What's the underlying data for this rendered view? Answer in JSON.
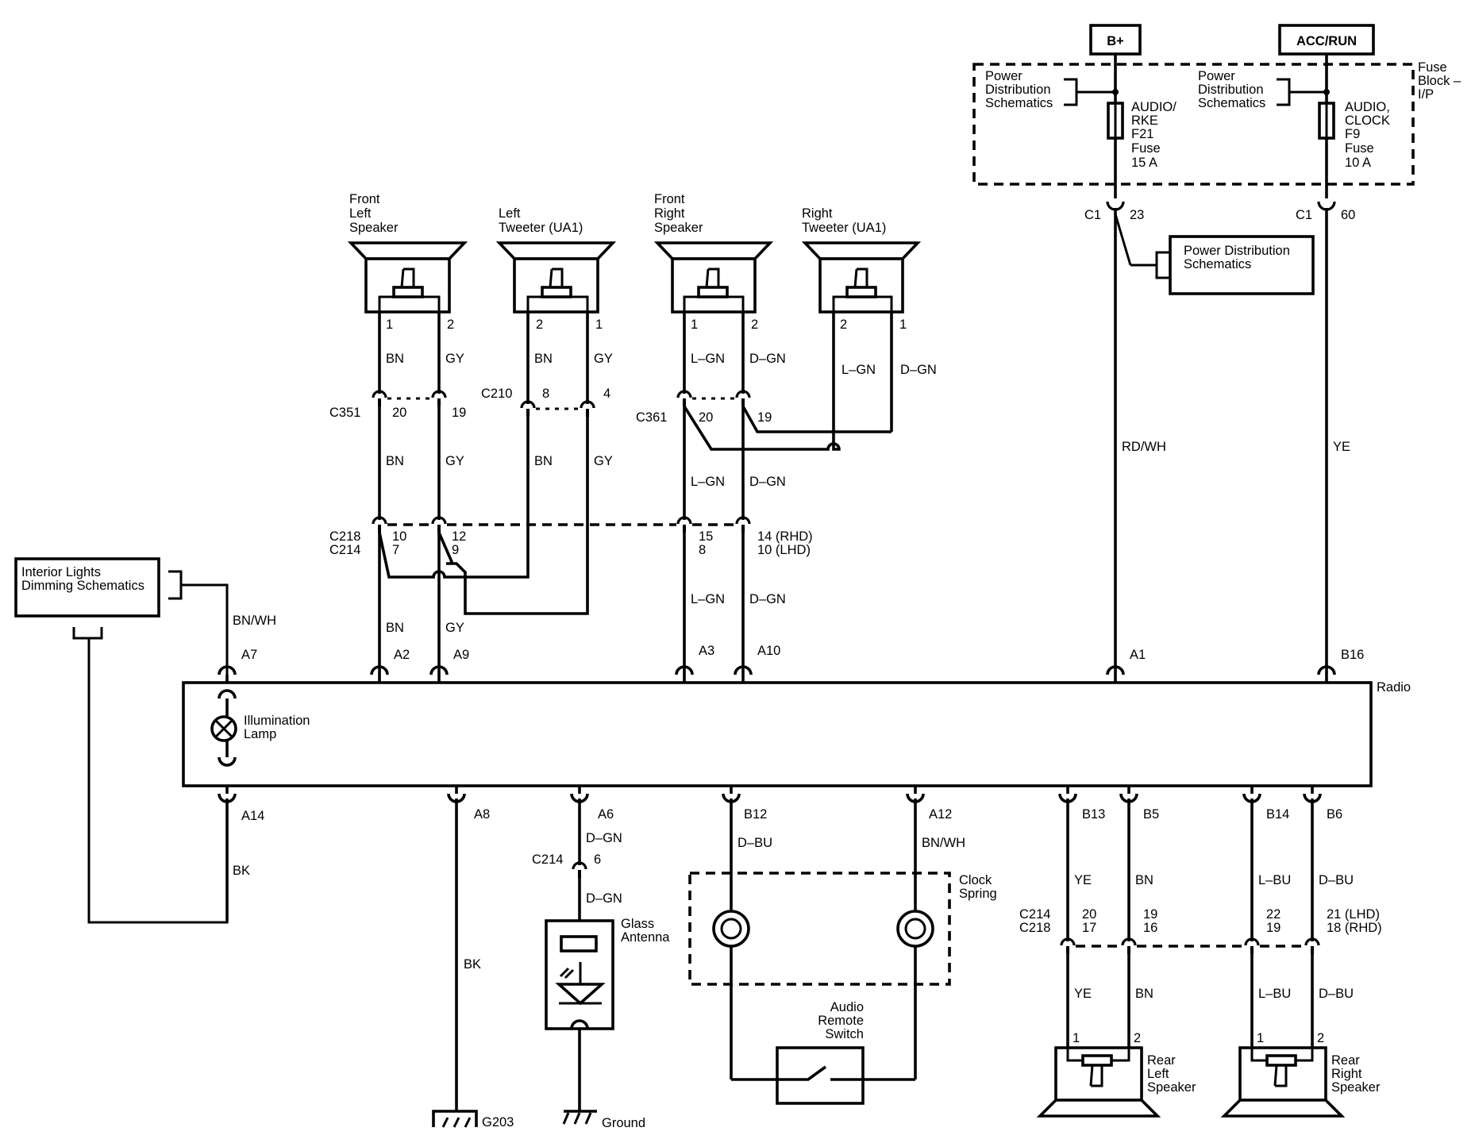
{
  "power": {
    "bplus": "B+",
    "accrun": "ACC/RUN"
  },
  "fuse_block": {
    "name": [
      "Fuse",
      "Block –",
      "I/P"
    ],
    "pds_left": [
      "Power",
      "Distribution",
      "Schematics"
    ],
    "pds_right": [
      "Power",
      "Distribution",
      "Schematics"
    ],
    "fuse21": [
      "AUDIO/",
      "RKE",
      "F21",
      "Fuse",
      "15 A"
    ],
    "fuse9": [
      "AUDIO,",
      "CLOCK",
      "F9",
      "Fuse",
      "10 A"
    ]
  },
  "c1_left": {
    "conn": "C1",
    "pin": "23"
  },
  "c1_right": {
    "conn": "C1",
    "pin": "60"
  },
  "pds_box": [
    "Power Distribution",
    "Schematics"
  ],
  "wires": {
    "rdwh": "RD/WH",
    "ye": "YE"
  },
  "speakers": {
    "front_left": [
      "Front",
      "Left",
      "Speaker"
    ],
    "left_tweeter": [
      "Left",
      "Tweeter (UA1)"
    ],
    "front_right": [
      "Front",
      "Right",
      "Speaker"
    ],
    "right_tweeter": [
      "Right",
      "Tweeter (UA1)"
    ],
    "rear_left": [
      "Rear",
      "Left",
      "Speaker"
    ],
    "rear_right": [
      "Rear",
      "Right",
      "Speaker"
    ]
  },
  "pins": {
    "p1": "1",
    "p2": "2"
  },
  "colors": {
    "bn": "BN",
    "gy": "GY",
    "lgn": "L–GN",
    "dgn": "D–GN",
    "bnwh": "BN/WH",
    "bk": "BK",
    "dbu": "D–BU",
    "ye": "YE",
    "lbu": "L–BU"
  },
  "connectors": {
    "c351": "C351",
    "c351_a": "20",
    "c351_b": "19",
    "c210": "C210",
    "c210_a": "8",
    "c210_b": "4",
    "c361": "C361",
    "c361_a": "20",
    "c361_b": "19",
    "c218": "C218",
    "c214": "C214",
    "c218_10": "10",
    "c214_7": "7",
    "c218_12": "12",
    "c214_9": "9",
    "c218_15": "15",
    "c214_8": "8",
    "c218_14": "14 (RHD)",
    "c214_10": "10 (LHD)",
    "c214_ant": "C214",
    "c214_ant_pin": "6",
    "rear_c214": "C214",
    "rear_c218": "C218",
    "r20": "20",
    "r17": "17",
    "r19": "19",
    "r16": "16",
    "r22": "22",
    "r19b": "19",
    "r21": "21 (LHD)",
    "r18": "18 (RHD)"
  },
  "radio": {
    "name": "Radio",
    "lamp": [
      "Illumination",
      "Lamp"
    ],
    "top_pins": [
      "A7",
      "A2",
      "A9",
      "A3",
      "A10",
      "A1",
      "B16"
    ],
    "bottom_pins": [
      "A14",
      "A8",
      "A6",
      "B12",
      "A12",
      "B13",
      "B5",
      "B14",
      "B6"
    ]
  },
  "interior_lights": [
    "Interior Lights",
    "Dimming Schematics"
  ],
  "antenna": [
    "Glass",
    "Antenna"
  ],
  "clock_spring": [
    "Clock",
    "Spring"
  ],
  "remote_switch": [
    "Audio",
    "Remote",
    "Switch"
  ],
  "grounds": {
    "g203": "G203",
    "ground": "Ground"
  }
}
